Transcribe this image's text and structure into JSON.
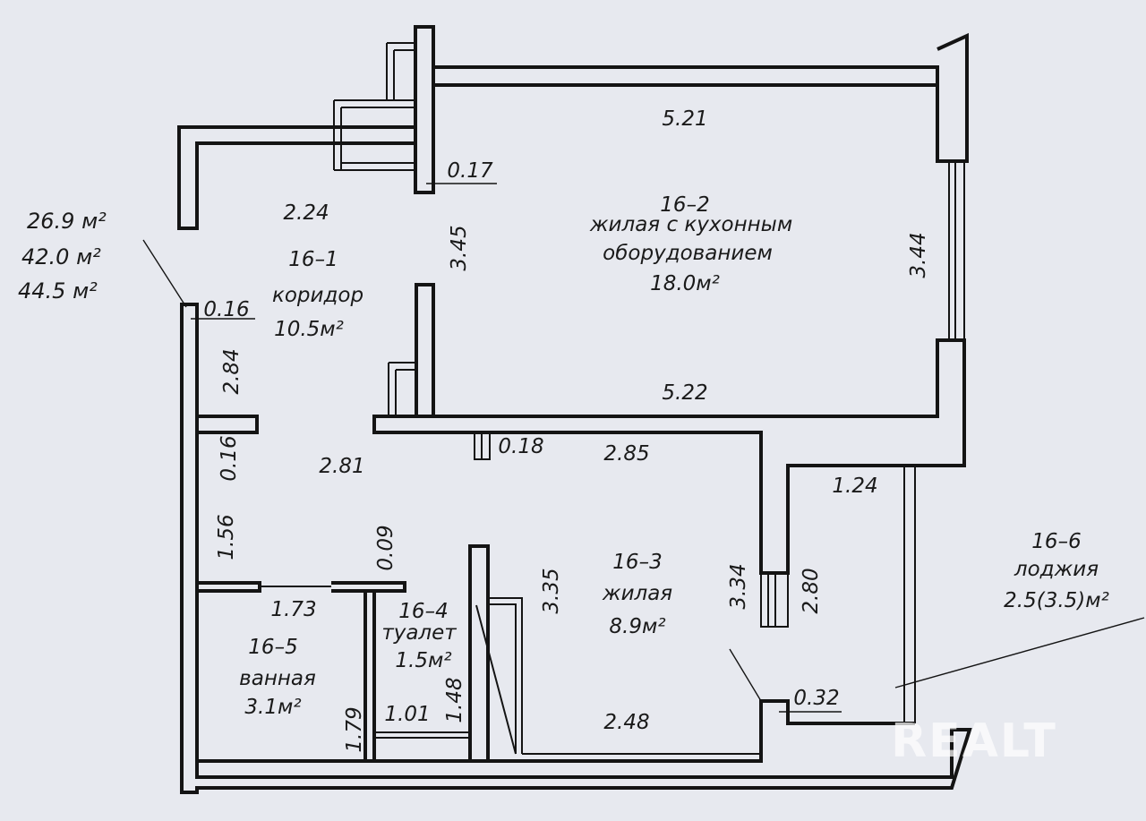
{
  "totals": {
    "living_area": "26.9 м²",
    "total_area": "42.0 м²",
    "total_with_loggia": "44.5 м²"
  },
  "rooms": {
    "corridor": {
      "id": "16–1",
      "name": "коридор",
      "area": "10.5м²"
    },
    "kitchen_living": {
      "id": "16–2",
      "name_line1": "жилая с кухонным",
      "name_line2": "оборудованием",
      "area": "18.0м²"
    },
    "bedroom": {
      "id": "16–3",
      "name": "жилая",
      "area": "8.9м²"
    },
    "toilet": {
      "id": "16–4",
      "name": "туалет",
      "area": "1.5м²"
    },
    "bathroom": {
      "id": "16–5",
      "name": "ванная",
      "area": "3.1м²"
    },
    "loggia": {
      "id": "16–6",
      "name": "лоджия",
      "area": "2.5(3.5)м²"
    }
  },
  "dimensions": {
    "d_5_21": "5.21",
    "d_0_17": "0.17",
    "d_2_24": "2.24",
    "d_3_45": "3.45",
    "d_3_44": "3.44",
    "d_0_16_top": "0.16",
    "d_2_84": "2.84",
    "d_5_22": "5.22",
    "d_0_16_side": "0.16",
    "d_2_81": "2.81",
    "d_0_18": "0.18",
    "d_2_85": "2.85",
    "d_1_24": "1.24",
    "d_1_56": "1.56",
    "d_0_09": "0.09",
    "d_3_35": "3.35",
    "d_3_34": "3.34",
    "d_2_80": "2.80",
    "d_1_73": "1.73",
    "d_1_48": "1.48",
    "d_1_01": "1.01",
    "d_1_79": "1.79",
    "d_2_48": "2.48",
    "d_0_32": "0.32"
  },
  "watermark": "REALT"
}
